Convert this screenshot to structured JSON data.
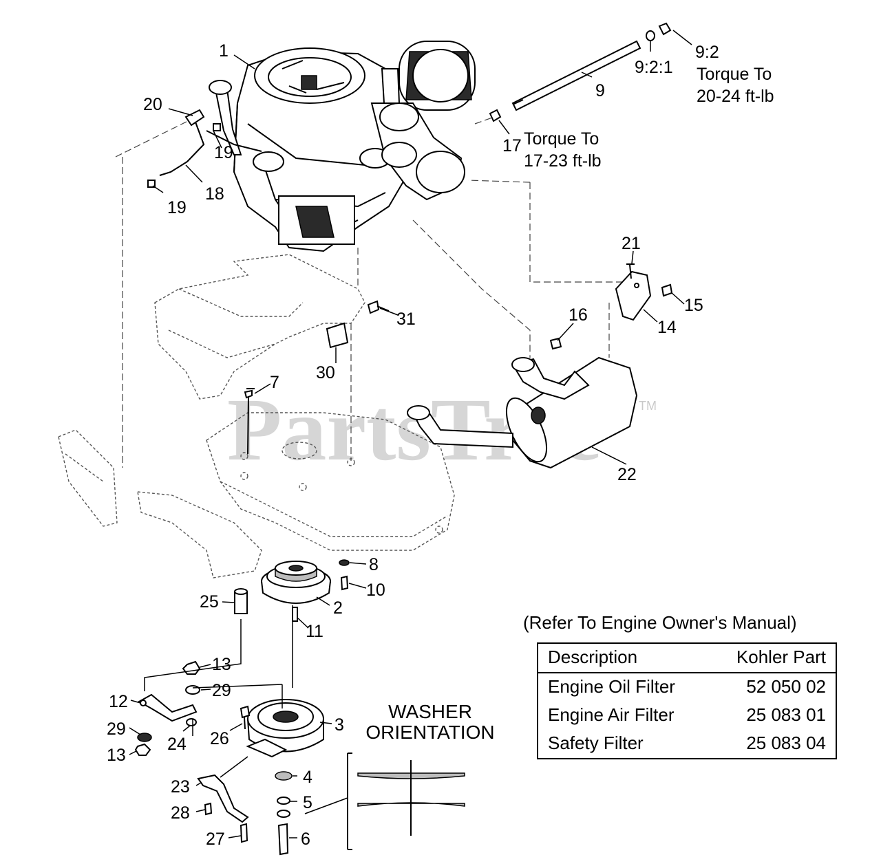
{
  "watermark": "PartsTree",
  "watermark_tm": "TM",
  "callouts": {
    "c1": "1",
    "c2": "2",
    "c3": "3",
    "c4": "4",
    "c5": "5",
    "c6": "6",
    "c7": "7",
    "c8": "8",
    "c9": "9",
    "c9_2": "9:2",
    "c9_2_1": "9:2:1",
    "c10": "10",
    "c11": "11",
    "c12": "12",
    "c13a": "13",
    "c13b": "13",
    "c14": "14",
    "c15": "15",
    "c16": "16",
    "c17": "17",
    "c18": "18",
    "c19a": "19",
    "c19b": "19",
    "c20": "20",
    "c21": "21",
    "c22": "22",
    "c23": "23",
    "c24": "24",
    "c25": "25",
    "c26": "26",
    "c27": "27",
    "c28": "28",
    "c29a": "29",
    "c29b": "29",
    "c30": "30",
    "c31": "31"
  },
  "torque_notes": {
    "upper_line1": "Torque To",
    "upper_line2": "20-24 ft-lb",
    "lower_line1": "Torque To",
    "lower_line2": "17-23 ft-lb"
  },
  "filter_table": {
    "note": "(Refer To Engine Owner's Manual)",
    "headers": {
      "description": "Description",
      "part": "Kohler Part"
    },
    "rows": [
      {
        "description": "Engine Oil Filter",
        "part": "52 050 02"
      },
      {
        "description": "Engine Air Filter",
        "part": "25 083 01"
      },
      {
        "description": "Safety Filter",
        "part": "25 083 04"
      }
    ]
  },
  "washer_orientation": {
    "line1": "WASHER",
    "line2": "ORIENTATION"
  }
}
